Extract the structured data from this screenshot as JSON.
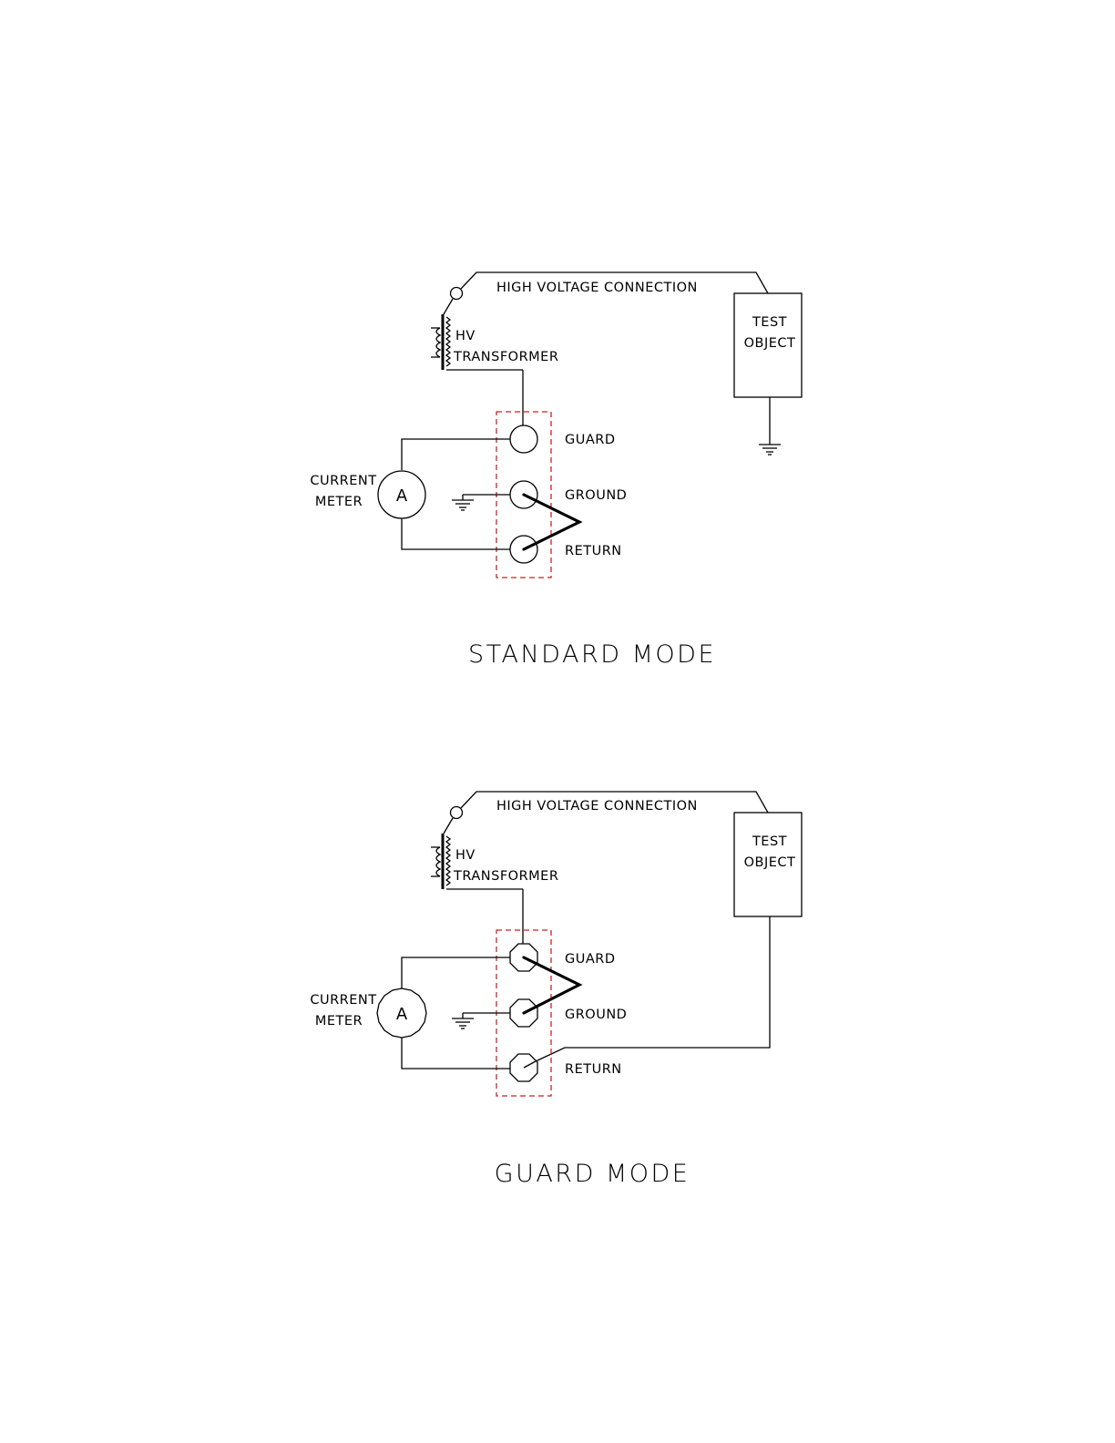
{
  "diagrams": [
    {
      "id": "standard",
      "title": "STANDARD MODE",
      "hv_connection_label": "HIGH VOLTAGE CONNECTION",
      "transformer_label_1": "HV",
      "transformer_label_2": "TRANSFORMER",
      "test_object_label_1": "TEST",
      "test_object_label_2": "OBJECT",
      "meter_label_1": "CURRENT",
      "meter_label_2": "METER",
      "meter_symbol": "A",
      "terminals": [
        "GUARD",
        "GROUND",
        "RETURN"
      ]
    },
    {
      "id": "guard",
      "title": "GUARD MODE",
      "hv_connection_label": "HIGH VOLTAGE CONNECTION",
      "transformer_label_1": "HV",
      "transformer_label_2": "TRANSFORMER",
      "test_object_label_1": "TEST",
      "test_object_label_2": "OBJECT",
      "meter_label_1": "CURRENT",
      "meter_label_2": "METER",
      "meter_symbol": "A",
      "terminals": [
        "GUARD",
        "GROUND",
        "RETURN"
      ]
    }
  ],
  "colors": {
    "guard_enclosure": "#cc2222",
    "wire": "#000000"
  }
}
